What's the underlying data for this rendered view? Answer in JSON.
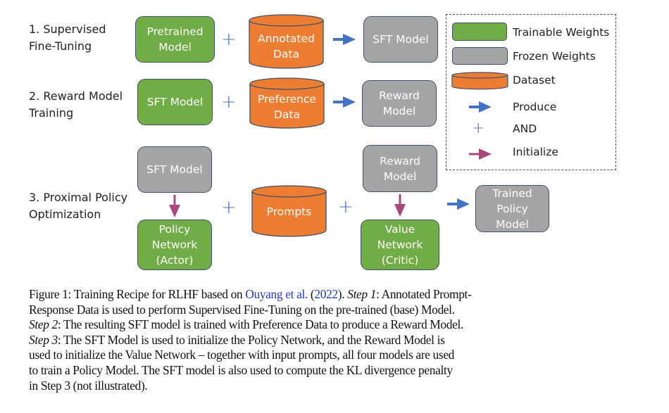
{
  "colors": {
    "trainable": "#70ad47",
    "frozen": "#a5a5a5",
    "dataset": "#ed7d31",
    "produce_arrow": "#4472c4",
    "and_plus": "#4472c4",
    "initialize_arrow": "#a8477b",
    "link": "#1f3fb0"
  },
  "steps": [
    {
      "line1": "1. Supervised",
      "line2": "Fine-Tuning"
    },
    {
      "line1": "2. Reward Model",
      "line2": "Training"
    },
    {
      "line1": "3. Proximal Policy",
      "line2": "Optimization"
    }
  ],
  "row1": {
    "input_model": [
      "Pretrained",
      "Model"
    ],
    "dataset": [
      "Annotated",
      "Data"
    ],
    "output": "SFT Model"
  },
  "row2": {
    "input_model": "SFT Model",
    "dataset": [
      "Preference",
      "Data"
    ],
    "output": [
      "Reward",
      "Model"
    ]
  },
  "row3": {
    "sft": "SFT Model",
    "policy": [
      "Policy",
      "Network",
      "(Actor)"
    ],
    "dataset": "Prompts",
    "reward": [
      "Reward",
      "Model"
    ],
    "value": [
      "Value",
      "Network",
      "(Critic)"
    ],
    "output": [
      "Trained",
      "Policy",
      "Model"
    ]
  },
  "plus_symbol": "+",
  "legend": {
    "trainable": "Trainable Weights",
    "frozen": "Frozen Weights",
    "dataset": "Dataset",
    "produce": "Produce",
    "and": "AND",
    "initialize": "Initialize"
  },
  "caption": {
    "l1a": "Figure 1: Training Recipe for RLHF based on ",
    "l1_link1": "Ouyang et al.",
    "l1b": " (",
    "l1_link2": "2022",
    "l1c": "). ",
    "l1_step": "Step 1",
    "l1d": ": Annotated Prompt-",
    "l2": "Response Data is used to perform Supervised Fine-Tuning on the pre-trained (base) Model.",
    "l3_step": "Step 2",
    "l3": ": The resulting SFT model is trained with Preference Data to produce a Reward Model.",
    "l4_step": "Step 3",
    "l4": ": The SFT Model is used to initialize the Policy Network, and the Reward Model is",
    "l5": "used to initialize the Value Network – together with input prompts, all four models are used",
    "l6": "to train a Policy Model. The SFT model is also used to compute the KL divergence penalty",
    "l7": "in Step 3 (not illustrated)."
  }
}
